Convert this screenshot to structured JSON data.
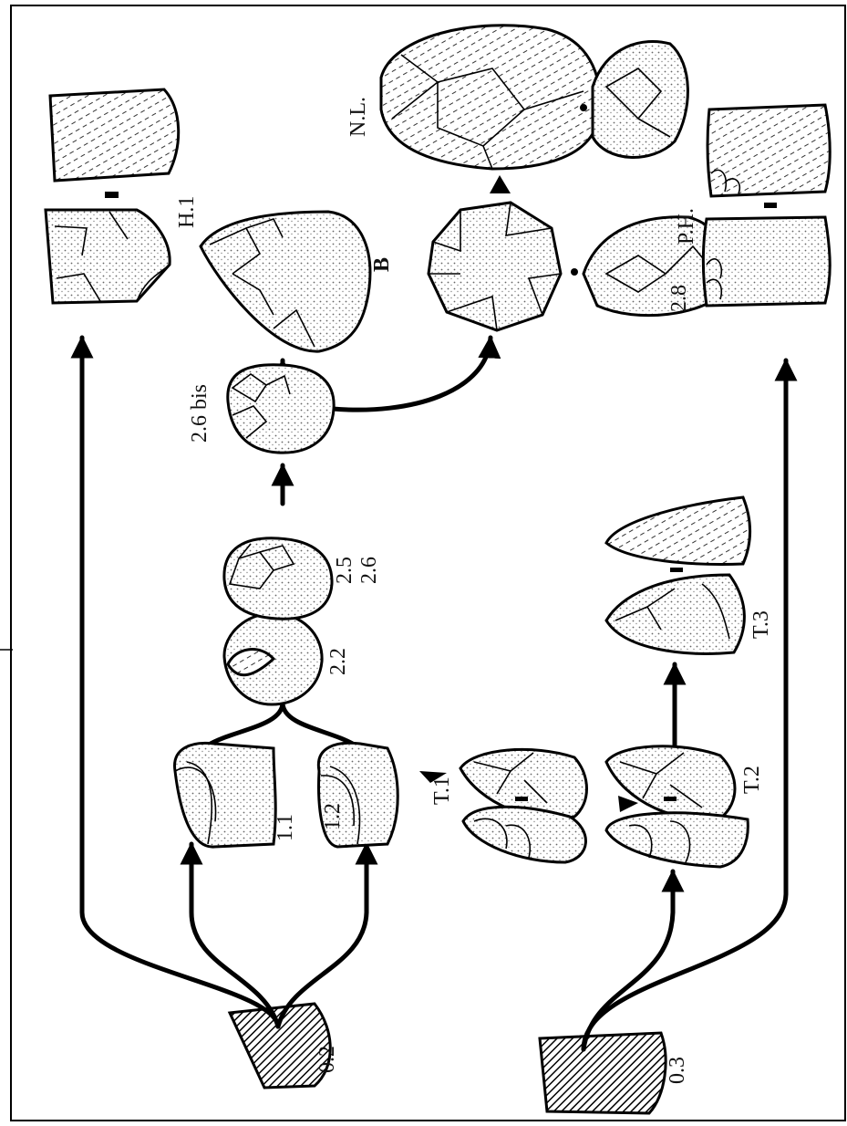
{
  "figure": {
    "labels": {
      "core_02": "0.2",
      "core_03": "0.3",
      "stage_11": "1.1",
      "stage_12": "1.2",
      "stage_22": "2.2",
      "stage_25": "2.5",
      "stage_26": "2.6",
      "stage_26bis": "2.6 bis",
      "stage_28": "2.8",
      "tool_h1": "H.1",
      "tool_b": "B",
      "tool_nl": "N.L.",
      "tool_ph": "P.H.",
      "tool_t1": "T.1",
      "tool_t2": "T.2",
      "tool_t3": "T.3"
    },
    "colors": {
      "ink": "#000000",
      "paper": "#ffffff",
      "stipple": "#8a8a8a"
    }
  }
}
